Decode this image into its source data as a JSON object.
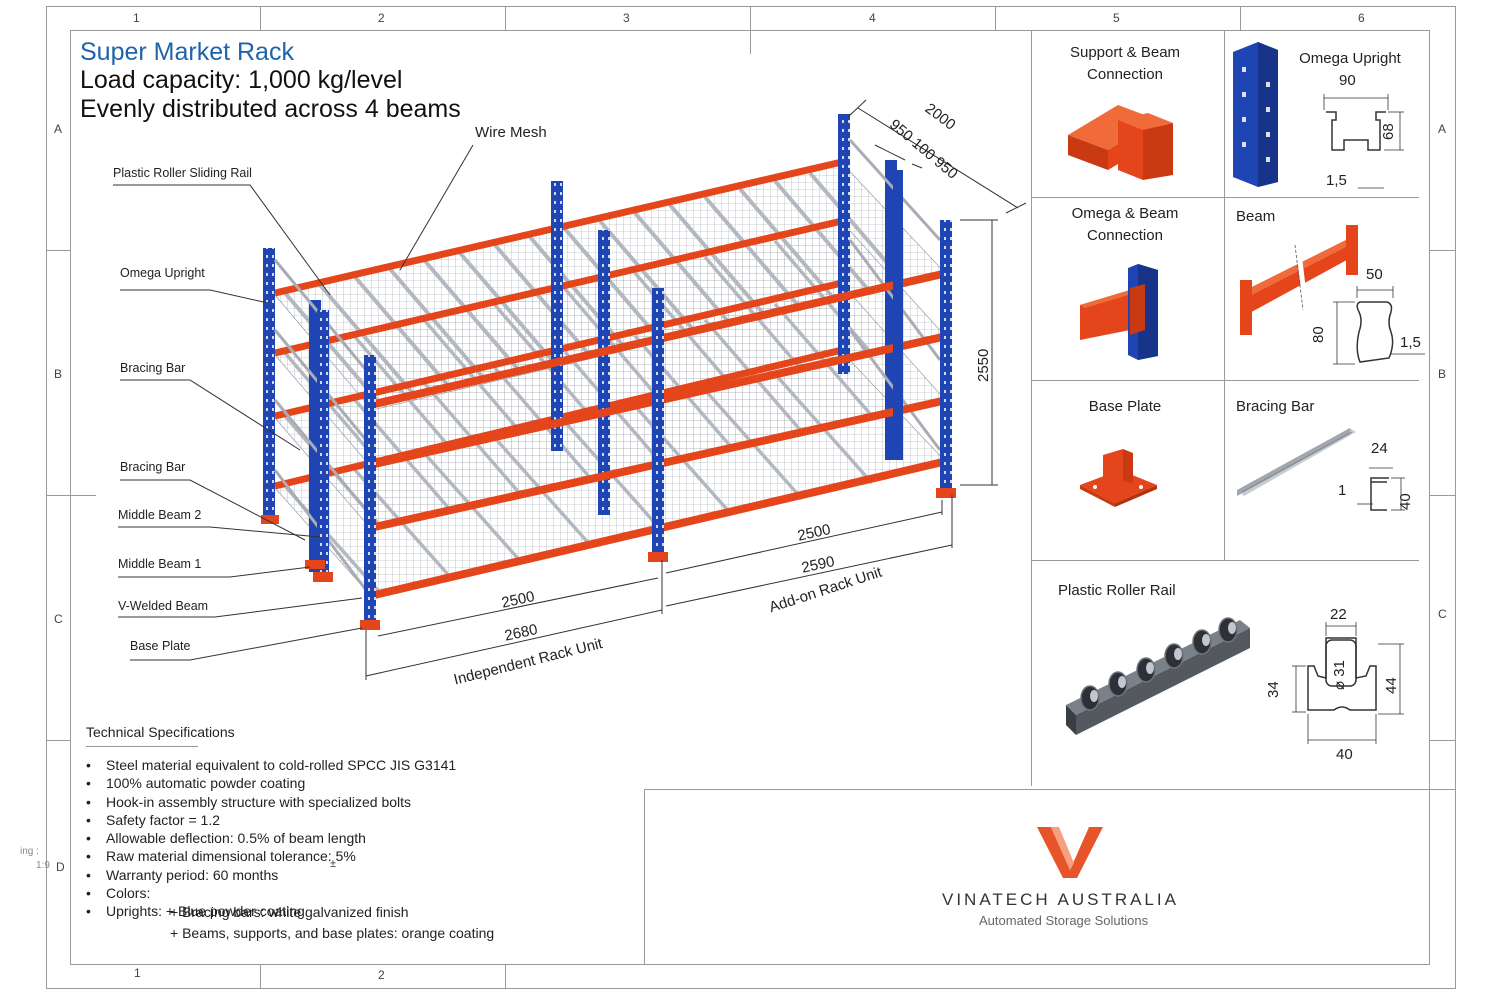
{
  "title": "Super Market Rack",
  "subtitle_lines": [
    "Load capacity: 1,000 kg/level",
    "Evenly distributed across 4 beams"
  ],
  "zone_columns": [
    "1",
    "2",
    "3",
    "4",
    "5",
    "6"
  ],
  "zone_rows": [
    "A",
    "B",
    "C",
    "D"
  ],
  "callouts": {
    "wire_mesh": "Wire Mesh",
    "plastic_roller_sliding_rail": "Plastic Roller Sliding Rail",
    "omega_upright": "Omega Upright",
    "bracing_bar_1": "Bracing Bar",
    "bracing_bar_2": "Bracing Bar",
    "middle_beam_2": "Middle Beam 2",
    "middle_beam_1": "Middle Beam 1",
    "v_welded_beam": "V-Welded Beam",
    "base_plate": "Base Plate"
  },
  "dimensions": {
    "depth_total": "2000",
    "depth_split": "950 100 950",
    "height": "2550",
    "indep_inner": "2500",
    "indep_outer": "2680",
    "indep_label": "Independent Rack Unit",
    "addon_inner": "2500",
    "addon_outer": "2590",
    "addon_label": "Add-on Rack Unit"
  },
  "details": {
    "support_beam": {
      "title_l1": "Support & Beam",
      "title_l2": "Connection"
    },
    "omega_upright": {
      "title": "Omega Upright",
      "w": "90",
      "h": "68",
      "t": "1,5"
    },
    "omega_beam": {
      "title_l1": "Omega & Beam",
      "title_l2": "Connection"
    },
    "beam": {
      "title": "Beam",
      "w": "50",
      "h": "80",
      "t": "1,5"
    },
    "base_plate": {
      "title": "Base Plate"
    },
    "bracing_bar": {
      "title": "Bracing Bar",
      "w": "24",
      "h": "40",
      "t": "1"
    },
    "roller_rail": {
      "title": "Plastic Roller Rail",
      "top": "22",
      "dia": "⌀ 31",
      "h_left": "34",
      "h_right": "44",
      "bottom": "40"
    }
  },
  "specs": {
    "heading": "Technical Specifications",
    "items": [
      "Steel material equivalent to cold-rolled SPCC JIS G3141",
      "100% automatic powder coating",
      "Hook-in assembly structure with specialized bolts",
      "Safety factor = 1.2",
      "Allowable deflection: 0.5% of beam length",
      "Raw material dimensional tolerance: 5%",
      "Warranty period: 60 months",
      "Colors:",
      "Uprights: + Blue powder coating"
    ],
    "sub_items": [
      "+ Bracing bars: white galvanized finish",
      "+ Beams, supports, and base plates: orange coating"
    ],
    "plusminus": "±"
  },
  "logo": {
    "name": "VINATECH AUSTRALIA",
    "tagline": "Automated Storage Solutions"
  },
  "edge_notes": [
    "ing :",
    "1:9"
  ],
  "colors": {
    "upright_blue": "#1f45b5",
    "beam_orange": "#e5451b",
    "galvanized": "#b8bcc4",
    "logo_orange": "#e8542a",
    "title_blue": "#1f63a8"
  }
}
